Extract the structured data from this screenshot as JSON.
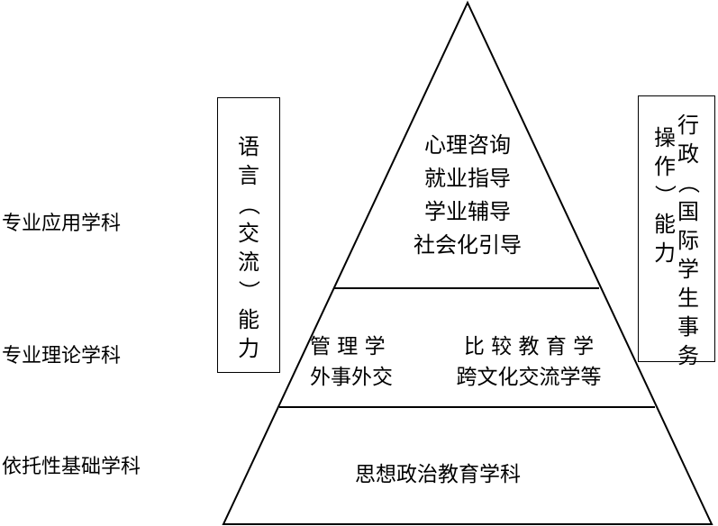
{
  "levels": {
    "applied": "专业应用学科",
    "theory": "专业理论学科",
    "foundation": "依托性基础学科"
  },
  "top_tier": [
    "心理咨询",
    "就业指导",
    "学业辅导",
    "社会化引导"
  ],
  "middle_tier": {
    "left_line1": "管 理 学",
    "left_line2": "外事外交",
    "right_line1": "比 较 教 育 学",
    "right_line2": "跨文化交流学等"
  },
  "bottom_tier": "思想政治教育学科",
  "left_box": {
    "chars": [
      "语",
      "言",
      "（",
      "交",
      "流",
      "）",
      "能",
      "力"
    ]
  },
  "right_box": {
    "col_left": [
      "操",
      "作",
      "）",
      "能",
      "力"
    ],
    "col_right": [
      "行",
      "政",
      "（",
      "国",
      "际",
      "学",
      "生",
      "事",
      "务"
    ]
  }
}
